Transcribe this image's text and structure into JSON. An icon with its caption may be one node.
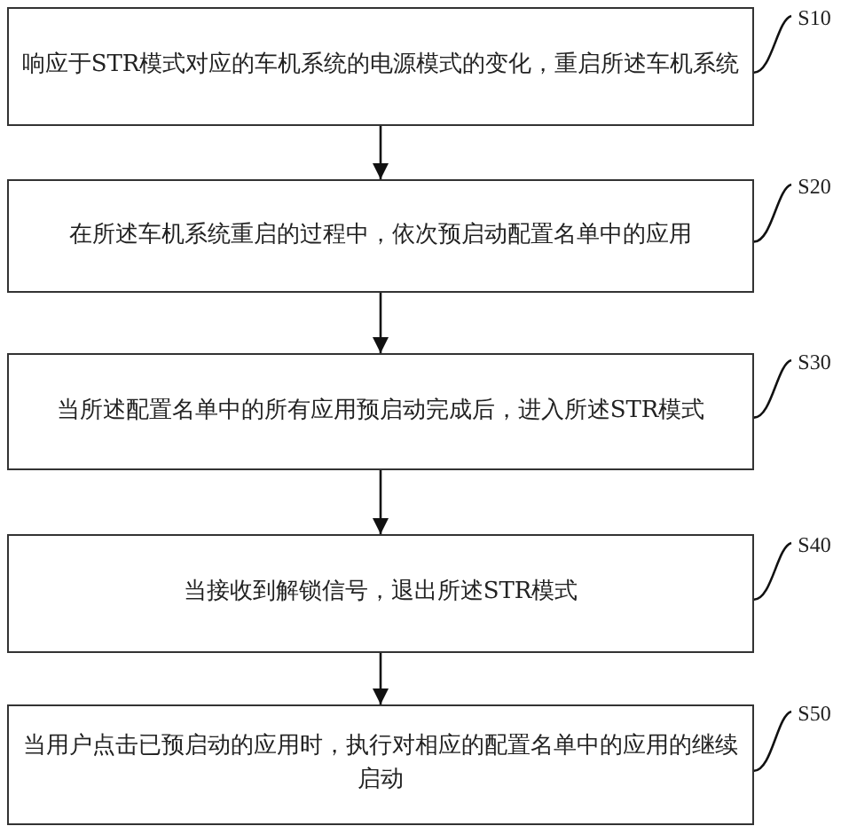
{
  "diagram": {
    "nodes": [
      {
        "text": [
          "响应于STR模式对应的车机系统的电源模式的变化，重启所述车机系统"
        ]
      },
      {
        "text": [
          "在所述车机系统重启的过程中，依次预启动配置名单中的应用"
        ]
      },
      {
        "text": [
          "当所述配置名单中的所有应用预启动完成后，进入所述STR模式"
        ]
      },
      {
        "text": [
          "当接收到解锁信号，退出所述STR模式"
        ]
      },
      {
        "text": [
          "当用户点击已预启动的应用时，执行对相应的配置名单中的应用的继续启动"
        ]
      },
      {
        "text": [
          "S10"
        ]
      },
      {
        "text": [
          "S20"
        ]
      },
      {
        "text": [
          "S30"
        ]
      },
      {
        "text": [
          "S40"
        ]
      },
      {
        "text": [
          "S50"
        ]
      }
    ],
    "edges": [
      {
        "from": 0,
        "to": 1,
        "arrow": "to"
      },
      {
        "from": 1,
        "to": 2,
        "arrow": "to"
      },
      {
        "from": 2,
        "to": 3,
        "arrow": "to"
      },
      {
        "from": 3,
        "to": 4,
        "arrow": "to"
      },
      {
        "from": 5,
        "to": 0,
        "arrow": "none"
      },
      {
        "from": 6,
        "to": 1,
        "arrow": "none"
      },
      {
        "from": 7,
        "to": 2,
        "arrow": "none"
      },
      {
        "from": 8,
        "to": 3,
        "arrow": "none"
      },
      {
        "from": 9,
        "to": 4,
        "arrow": "none"
      }
    ]
  }
}
